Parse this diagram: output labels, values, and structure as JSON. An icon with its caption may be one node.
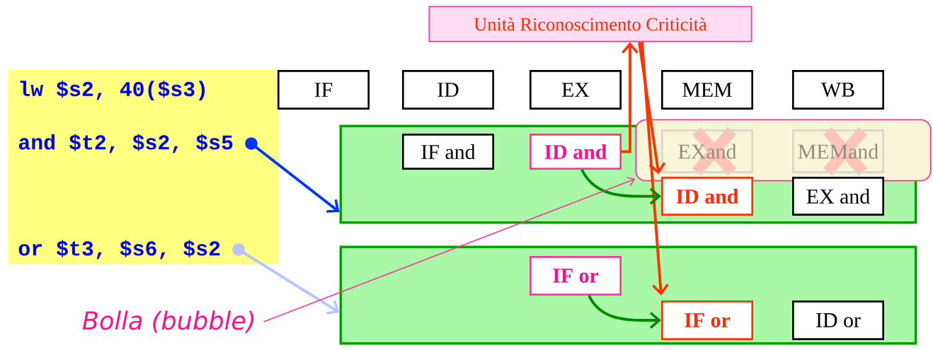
{
  "diagram": {
    "nodes": [
      {
        "text": [
          "Unità Riconoscimento Criticità"
        ]
      },
      {
        "text": [],
        "shape": "box"
      },
      {
        "text": [
          "lw $s2, 40($s3)"
        ],
        "in": 1
      },
      {
        "text": [
          "and $t2, $s2, $s5"
        ],
        "in": 1
      },
      {
        "text": [
          "or $t3, $s6, $s2"
        ],
        "in": 1
      },
      {
        "text": [
          "IF"
        ]
      },
      {
        "text": [
          "ID"
        ]
      },
      {
        "text": [
          "EX"
        ]
      },
      {
        "text": [
          "MEM"
        ]
      },
      {
        "text": [
          "WB"
        ]
      },
      {
        "text": [],
        "shape": "box"
      },
      {
        "text": [
          "IF and"
        ],
        "in": 10
      },
      {
        "text": [
          "ID and"
        ],
        "in": 10
      },
      {
        "text": [],
        "shape": "box"
      },
      {
        "text": [
          "EXand"
        ],
        "in": 13
      },
      {
        "text": [
          "MEMand"
        ],
        "in": 13
      },
      {
        "text": [
          "ID and"
        ],
        "in": 10
      },
      {
        "text": [
          "EX and"
        ],
        "in": 10
      },
      {
        "text": [],
        "shape": "box"
      },
      {
        "text": [
          "IF or"
        ],
        "in": 18
      },
      {
        "text": [
          "IF or"
        ],
        "in": 18
      },
      {
        "text": [
          "ID or"
        ],
        "in": 18
      },
      {
        "text": [
          "Bolla (bubble)"
        ]
      }
    ],
    "edges": [
      {
        "from": 12,
        "to": 0,
        "arrow": "to",
        "color": "#ff3300"
      },
      {
        "from": 0,
        "to": 16,
        "arrow": "to",
        "color": "#ff3300"
      },
      {
        "from": 0,
        "to": 20,
        "arrow": "to",
        "color": "#ff3300"
      },
      {
        "from": 12,
        "to": 16,
        "arrow": "to",
        "color": "#008800"
      },
      {
        "from": 19,
        "to": 20,
        "arrow": "to",
        "color": "#008800"
      },
      {
        "from": 3,
        "to": 10,
        "arrow": "to",
        "color": "#0033ff"
      },
      {
        "from": 4,
        "to": 18,
        "arrow": "to",
        "color": "#b8c4ff"
      },
      {
        "from": 22,
        "to": 13,
        "arrow": "to",
        "color": "#ff3399"
      }
    ]
  }
}
